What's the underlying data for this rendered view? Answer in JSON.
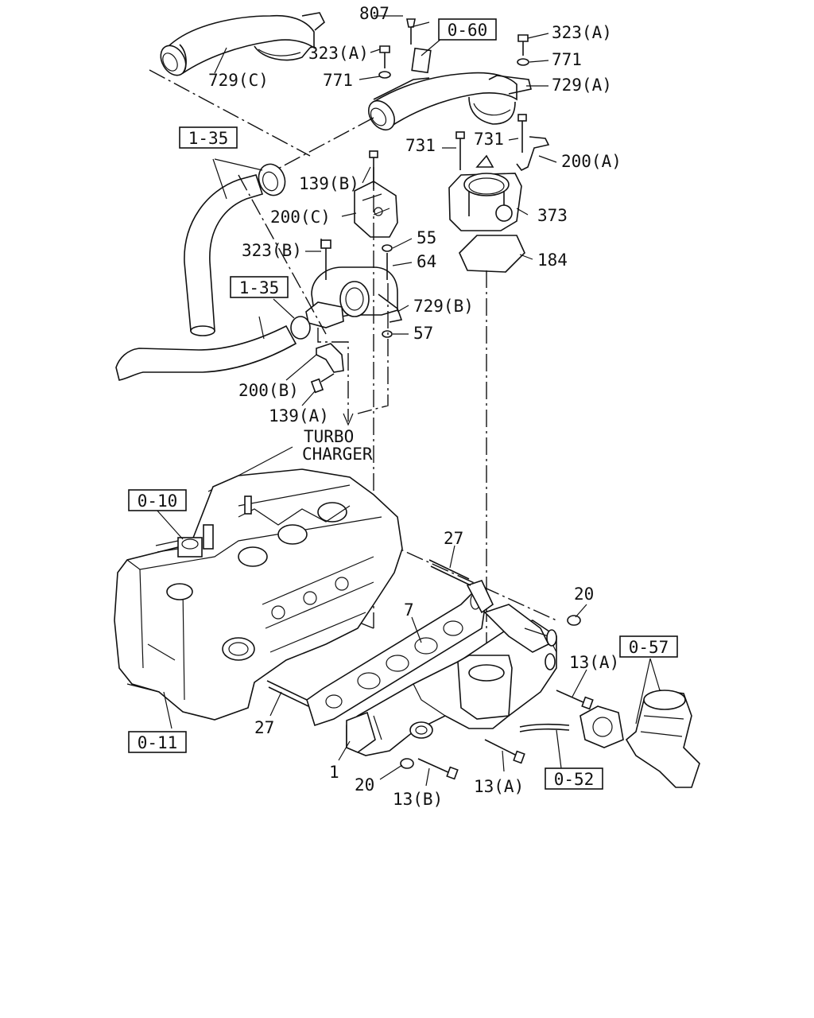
{
  "labels": {
    "p807": "807",
    "p323a_l": "323(A)",
    "p771_l": "771",
    "p323a_r": "323(A)",
    "p771_r": "771",
    "p729a": "729(A)",
    "p729c": "729(C)",
    "p731_l": "731",
    "p731_r": "731",
    "p200a": "200(A)",
    "p139b": "139(B)",
    "p200c": "200(C)",
    "p373": "373",
    "p55": "55",
    "p64": "64",
    "p184": "184",
    "p323b": "323(B)",
    "p729b": "729(B)",
    "p57": "57",
    "p200b": "200(B)",
    "p139a": "139(A)",
    "turbo": "TURBO",
    "charger": "CHARGER",
    "p27_top": "27",
    "p20_top": "20",
    "p7": "7",
    "p13a_top": "13(A)",
    "p27_bot": "27",
    "p1": "1",
    "p20_bot": "20",
    "p13b": "13(B)",
    "p13a_bot": "13(A)"
  },
  "refs": {
    "r060": "0-60",
    "r135_top": "1-35",
    "r135_mid": "1-35",
    "r010": "0-10",
    "r011": "0-11",
    "r057": "0-57",
    "r052": "0-52"
  }
}
